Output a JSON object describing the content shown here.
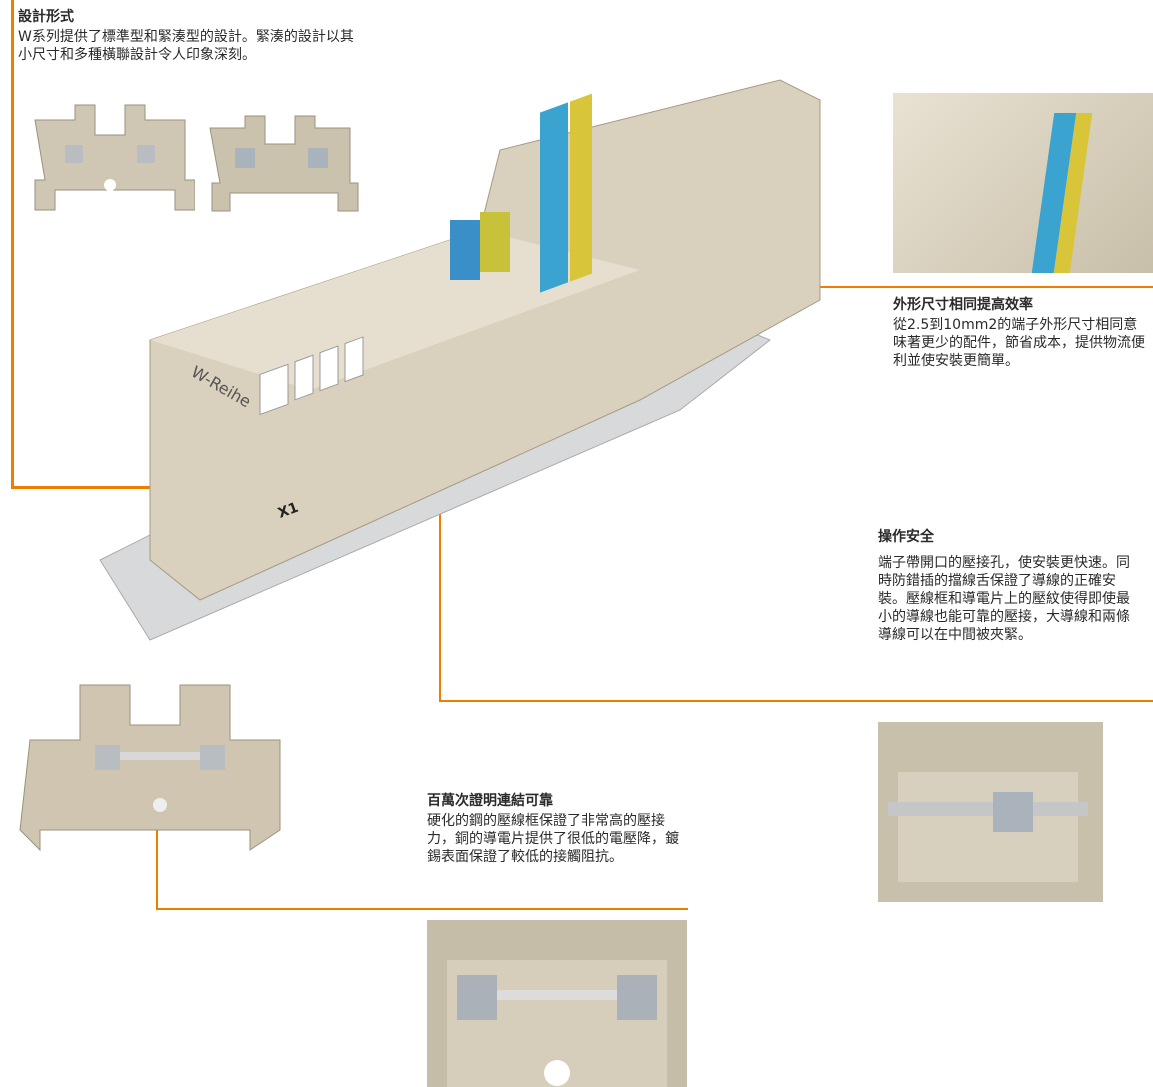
{
  "accent_color": "#ef7d00",
  "sections": [
    {
      "title": "設計形式",
      "body": "W系列提供了標準型和緊湊型的設計。緊湊的設計以其小尺寸和多種橫聯設計令人印象深刻。"
    },
    {
      "title": "外形尺寸相同提高效率",
      "body": "從2.5到10mm2的端子外形尺寸相同意味著更少的配件，節省成本，提供物流便利並使安裝更簡單。"
    },
    {
      "title": "操作安全",
      "body": "端子帶開口的壓接孔，使安裝更快速。同時防錯插的擋線舌保證了導線的正確安裝。壓線框和導電片上的壓紋使得即使最小的導線也能可靠的壓接，大導線和兩條導線可以在中間被夾緊。"
    },
    {
      "title": "百萬次證明連結可靠",
      "body": "硬化的鋼的壓線框保證了非常高的壓接力，銅的導電片提供了很低的電壓降，鍍錫表面保證了較低的接觸阻抗。"
    }
  ],
  "product_labels": {
    "series": "W-Reihe",
    "marker": "X1"
  }
}
